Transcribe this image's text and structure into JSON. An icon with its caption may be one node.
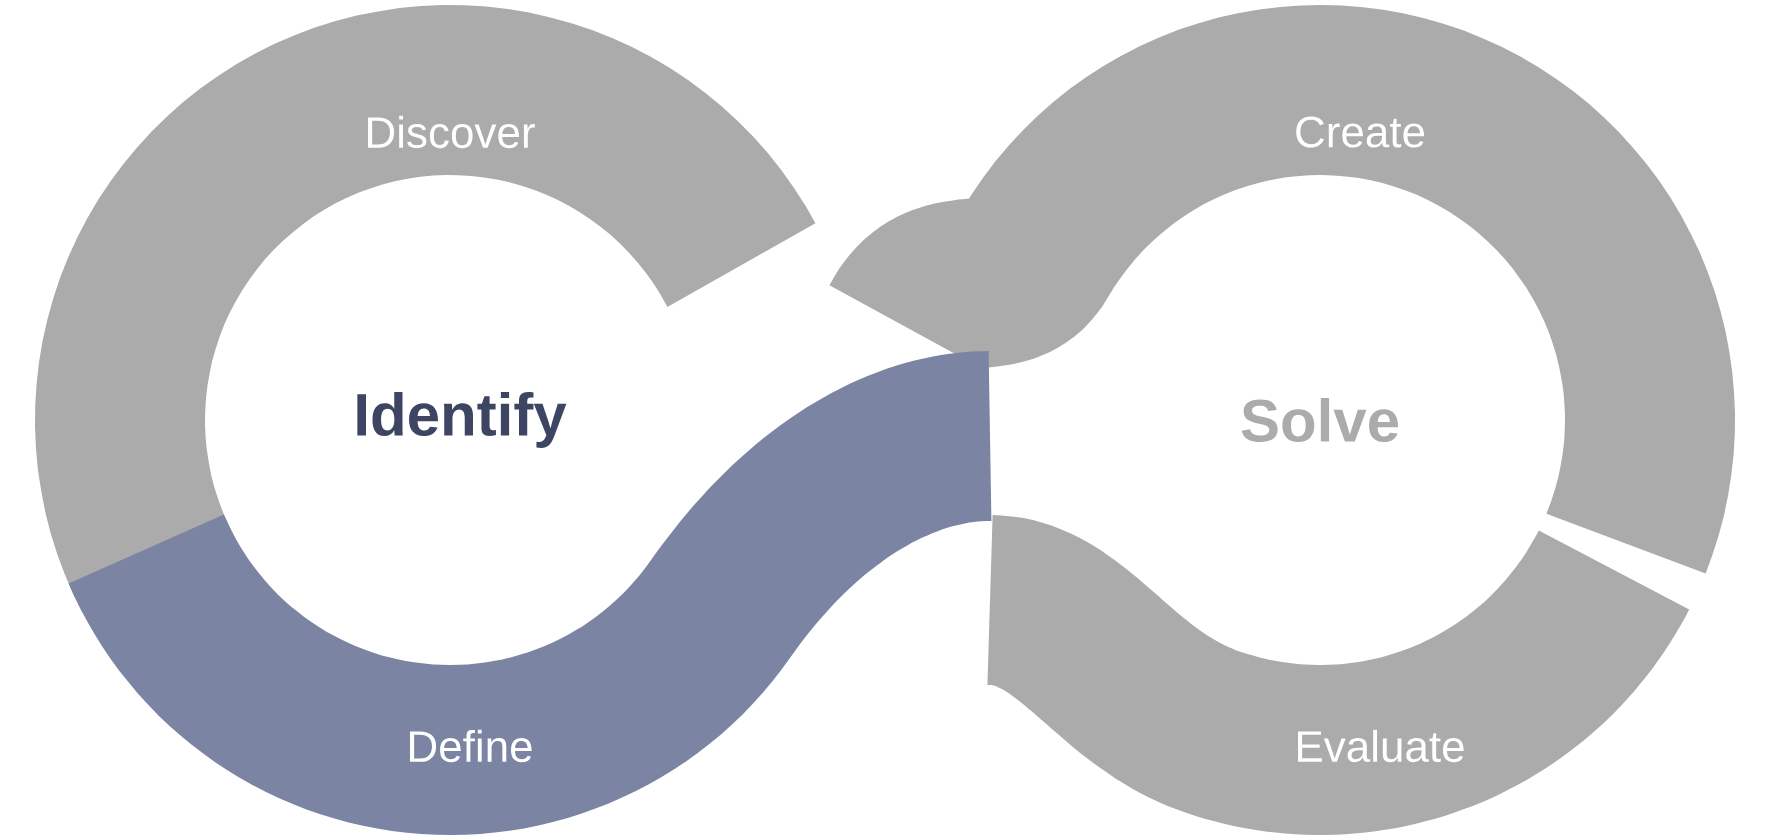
{
  "diagram": {
    "nodes": [
      {
        "text": [
          "Discover"
        ]
      },
      {
        "text": [
          "Define"
        ]
      },
      {
        "text": [
          "Create"
        ]
      },
      {
        "text": [
          "Evaluate"
        ]
      }
    ],
    "labels": [
      "Identify",
      "Solve"
    ]
  }
}
